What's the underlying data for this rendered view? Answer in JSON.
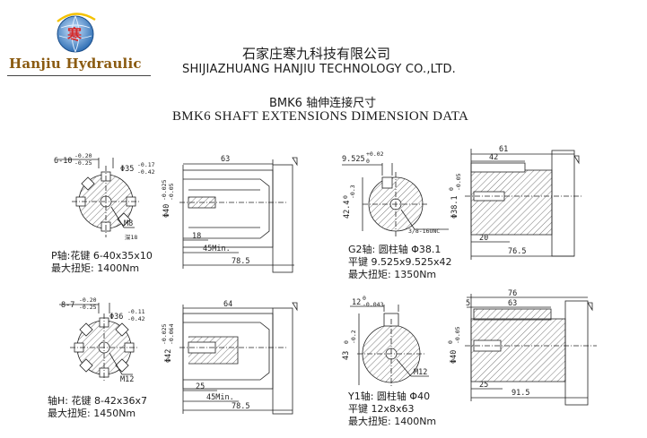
{
  "header": {
    "brand": "Hanjiu Hydraulic",
    "company_cn": "石家庄寒九科技有限公司",
    "company_en": "SHIJIAZHUANG HANJIU TECHNOLOGY CO.,LTD."
  },
  "title": {
    "cn": "BMK6  轴伸连接尺寸",
    "en": "BMK6 SHAFT EXTENSIONS DIMENSION DATA"
  },
  "shafts": {
    "p": {
      "caption": [
        "P轴:花键 6-40x35x10",
        "最大扭矩: 1400Nm"
      ],
      "key_width": "6-10",
      "key_tol": [
        "-0.20",
        "-0.25"
      ],
      "outer_dia": "Φ35",
      "outer_tol": [
        "-0.17",
        "-0.42"
      ],
      "thread": "M8",
      "thread_depth": "深18",
      "shaft_dia": "Φ40",
      "shaft_tol": [
        "-0.025",
        "-0.05"
      ],
      "len_spline": "63",
      "len_a": "18",
      "len_min": "45Min.",
      "len_total": "78.5"
    },
    "g2": {
      "caption": [
        "G2轴: 圆柱轴 Φ38.1",
        "平键 9.525x9.525x42",
        "最大扭矩: 1350Nm"
      ],
      "key_width": "9.525",
      "key_tol": [
        "+0.02",
        "0"
      ],
      "key_height": "42.4",
      "key_height_tol": [
        "0",
        "-0.3"
      ],
      "thread": "3/8-16UNC",
      "shaft_dia": "Φ38.1",
      "shaft_tol": [
        "0",
        "-0.05"
      ],
      "len_shaft": "61",
      "len_key": "42",
      "len_a": "20",
      "len_total": "76.5"
    },
    "h": {
      "caption": [
        "轴H: 花键 8-42x36x7",
        "最大扭矩: 1450Nm"
      ],
      "key_width": "8-7",
      "key_tol": [
        "-0.20",
        "-0.25"
      ],
      "outer_dia": "Φ36",
      "outer_tol": [
        "-0.11",
        "-0.42"
      ],
      "thread": "M12",
      "shaft_dia": "Φ42",
      "shaft_tol": [
        "-0.025",
        "-0.064"
      ],
      "len_spline": "64",
      "len_a": "25",
      "len_min": "45Min.",
      "len_total": "78.5"
    },
    "y1": {
      "caption": [
        "Y1轴: 圆柱轴 Φ40",
        "平键 12x8x63",
        "最大扭矩: 1400Nm"
      ],
      "key_width": "12",
      "key_tol": [
        "0",
        "-0.043"
      ],
      "key_height": "43",
      "key_height_tol": [
        "0",
        "-0.2"
      ],
      "thread": "M12",
      "shaft_dia": "Φ40",
      "shaft_tol": [
        "0",
        "-0.05"
      ],
      "len_shaft": "76",
      "len_key": "63",
      "len_b": "5",
      "len_a": "25",
      "len_total": "91.5"
    }
  },
  "colors": {
    "brand": "#8a5a10",
    "line": "#222222",
    "hatch": "#555555"
  }
}
